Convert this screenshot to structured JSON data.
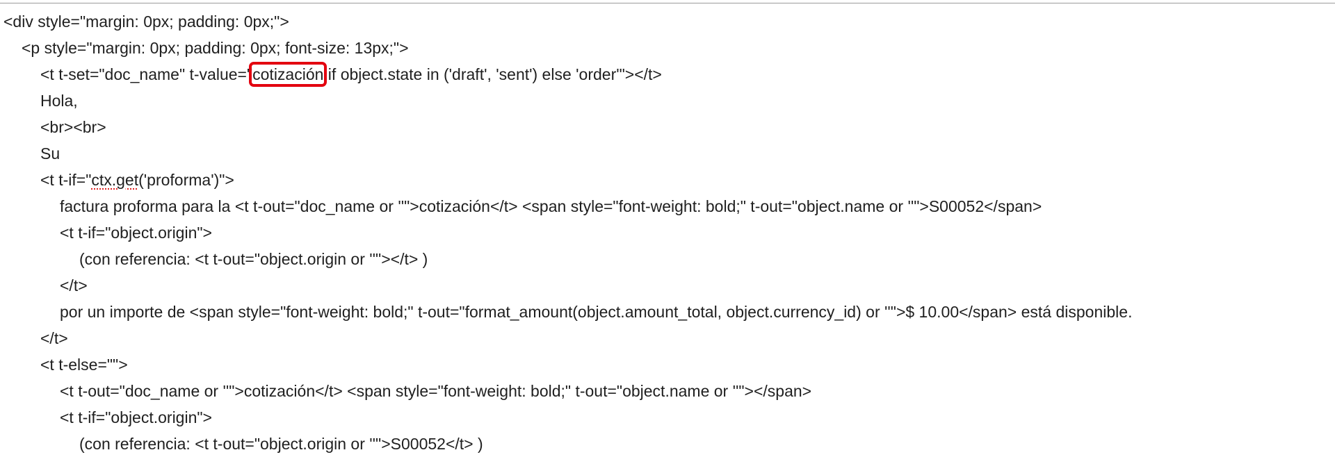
{
  "colors": {
    "highlight": "#e3000f",
    "spellcheck": "#e02020",
    "text": "#1f1f1f"
  },
  "code": {
    "l1": "<div style=\"margin: 0px; padding: 0px;\">",
    "l2": "<p style=\"margin: 0px; padding: 0px; font-size: 13px;\">",
    "l3_a": "<t t-set=\"doc_name\" t-value=\"",
    "l3_highlight": "cotización",
    "l3_b": " if object.state in ('draft', 'sent') else 'order'\"></t>",
    "l4": "Hola,",
    "l5": "<br><br>",
    "l6": "Su",
    "l7_a": "<t t-if=\"",
    "l7_spell": "ctx.get",
    "l7_b": "('proforma')\">",
    "l8": "factura proforma para la <t t-out=\"doc_name or ''\">cotización</t> <span style=\"font-weight: bold;\" t-out=\"object.name or ''\">S00052</span>",
    "l9": "<t t-if=\"object.origin\">",
    "l10": "(con referencia: <t t-out=\"object.origin or ''\"></t> )",
    "l11": "</t>",
    "l12": "por un importe de <span style=\"font-weight: bold;\" t-out=\"format_amount(object.amount_total, object.currency_id) or ''\">$ 10.00</span> está disponible.",
    "l13": "</t>",
    "l14": "<t t-else=\"\">",
    "l15": "<t t-out=\"doc_name or ''\">cotización</t> <span style=\"font-weight: bold;\" t-out=\"object.name or ''\"></span>",
    "l16": "<t t-if=\"object.origin\">",
    "l17": "(con referencia: <t t-out=\"object.origin or ''\">S00052</t> )"
  }
}
